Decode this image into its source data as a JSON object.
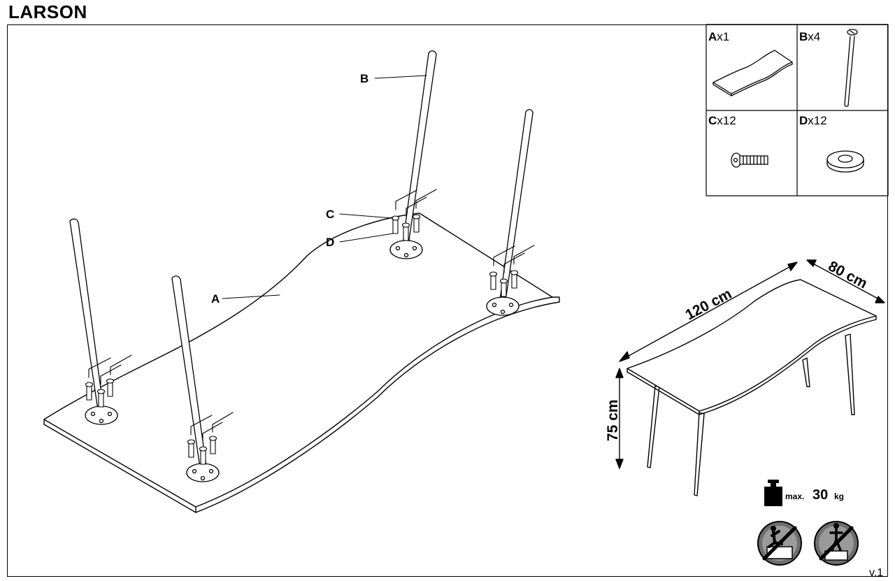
{
  "title": "LARSON",
  "version": "v.1",
  "parts": [
    {
      "letter": "A",
      "qty": "x1"
    },
    {
      "letter": "B",
      "qty": "x4"
    },
    {
      "letter": "C",
      "qty": "x12"
    },
    {
      "letter": "D",
      "qty": "x12"
    }
  ],
  "callouts": [
    "B",
    "C",
    "D",
    "A"
  ],
  "dimensions": {
    "length": "120 cm",
    "width": "80 cm",
    "height": "75 cm"
  },
  "load": {
    "prefix": "max.",
    "value": "30",
    "unit": "kg"
  },
  "warning_icons": [
    "no-climbing-icon",
    "no-standing-icon"
  ]
}
